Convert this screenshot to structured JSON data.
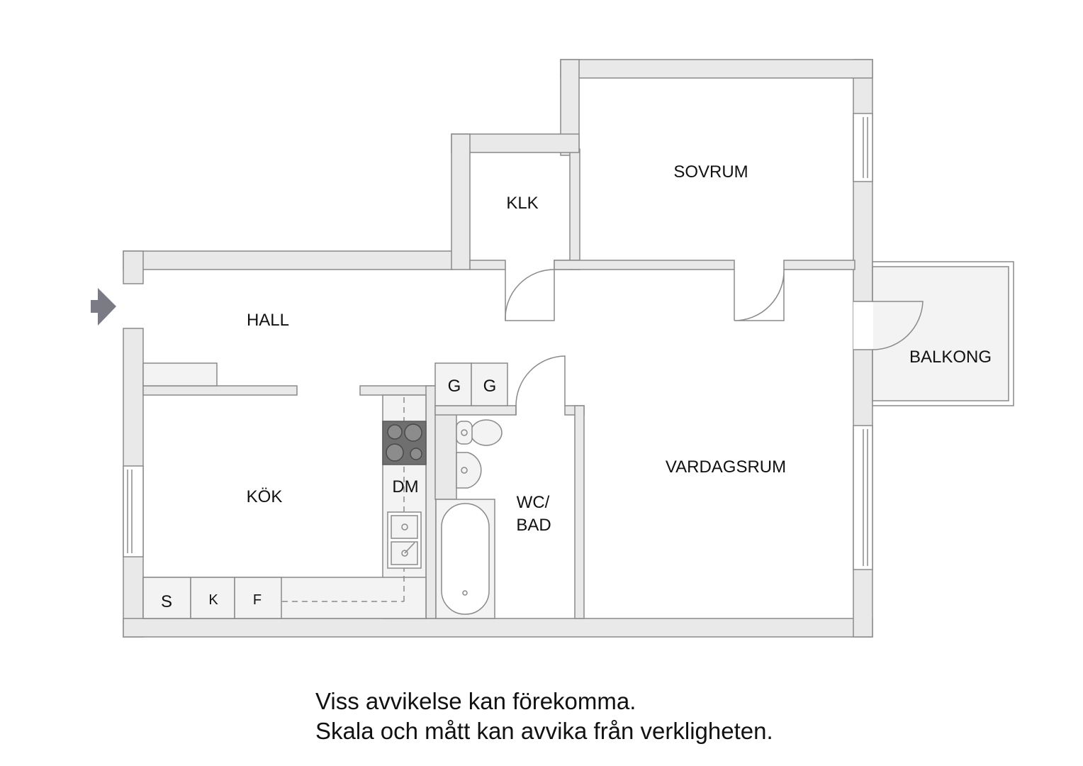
{
  "rooms": {
    "hall": "HALL",
    "klk": "KLK",
    "sovrum": "SOVRUM",
    "balkong": "BALKONG",
    "kok": "KÖK",
    "dm": "DM",
    "wc_line1": "WC/",
    "wc_line2": "BAD",
    "vardagsrum": "VARDAGSRUM"
  },
  "appliances": {
    "s": "S",
    "k": "K",
    "f": "F",
    "g1": "G",
    "g2": "G"
  },
  "disclaimer": {
    "line1": "Viss avvikelse kan förekomma.",
    "line2": "Skala och mått kan avvika från verkligheten."
  },
  "colors": {
    "wall": "#e9e9e9",
    "wall_outline": "#8a8a8a",
    "stove": "#6f6f6f",
    "entrance_arrow": "#7b7b85"
  },
  "icons": [
    "entrance-arrow-icon",
    "door-swing-icon",
    "window-icon",
    "stove-icon",
    "sink-icon",
    "toilet-icon",
    "washbasin-icon",
    "bathtub-icon"
  ]
}
